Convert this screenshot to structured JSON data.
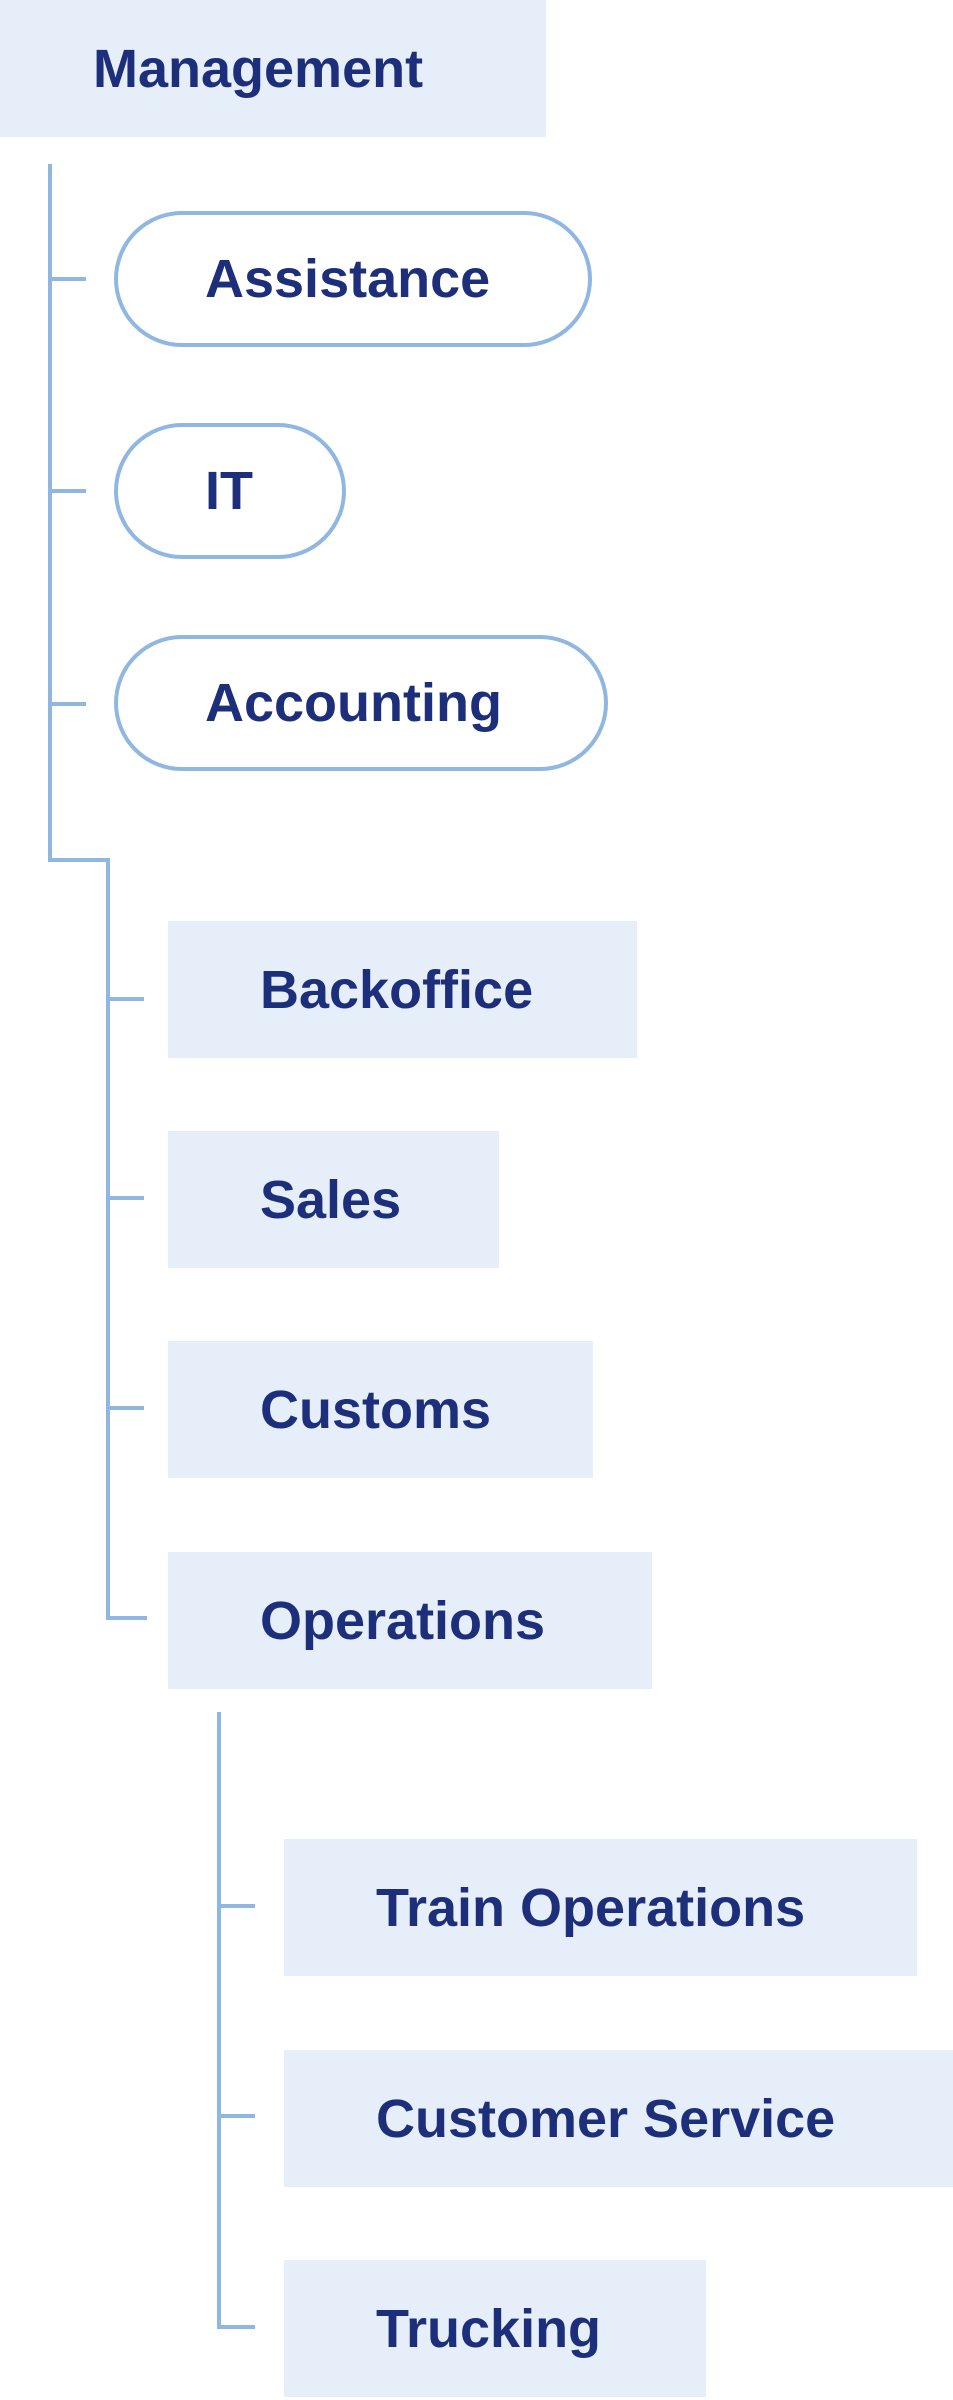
{
  "org_chart": {
    "root": {
      "label": "Management"
    },
    "staff_units": [
      {
        "label": "Assistance"
      },
      {
        "label": "IT"
      },
      {
        "label": "Accounting"
      }
    ],
    "departments": [
      {
        "label": "Backoffice"
      },
      {
        "label": "Sales"
      },
      {
        "label": "Customs"
      },
      {
        "label": "Operations"
      }
    ],
    "operations_units": [
      {
        "label": "Train Operations"
      },
      {
        "label": "Customer Service"
      },
      {
        "label": "Trucking"
      }
    ]
  },
  "colors": {
    "node_text": "#1d2f7a",
    "rect_fill": "#e6eef9",
    "pill_border": "#8fb7e1",
    "connector": "#8fb7e1"
  }
}
